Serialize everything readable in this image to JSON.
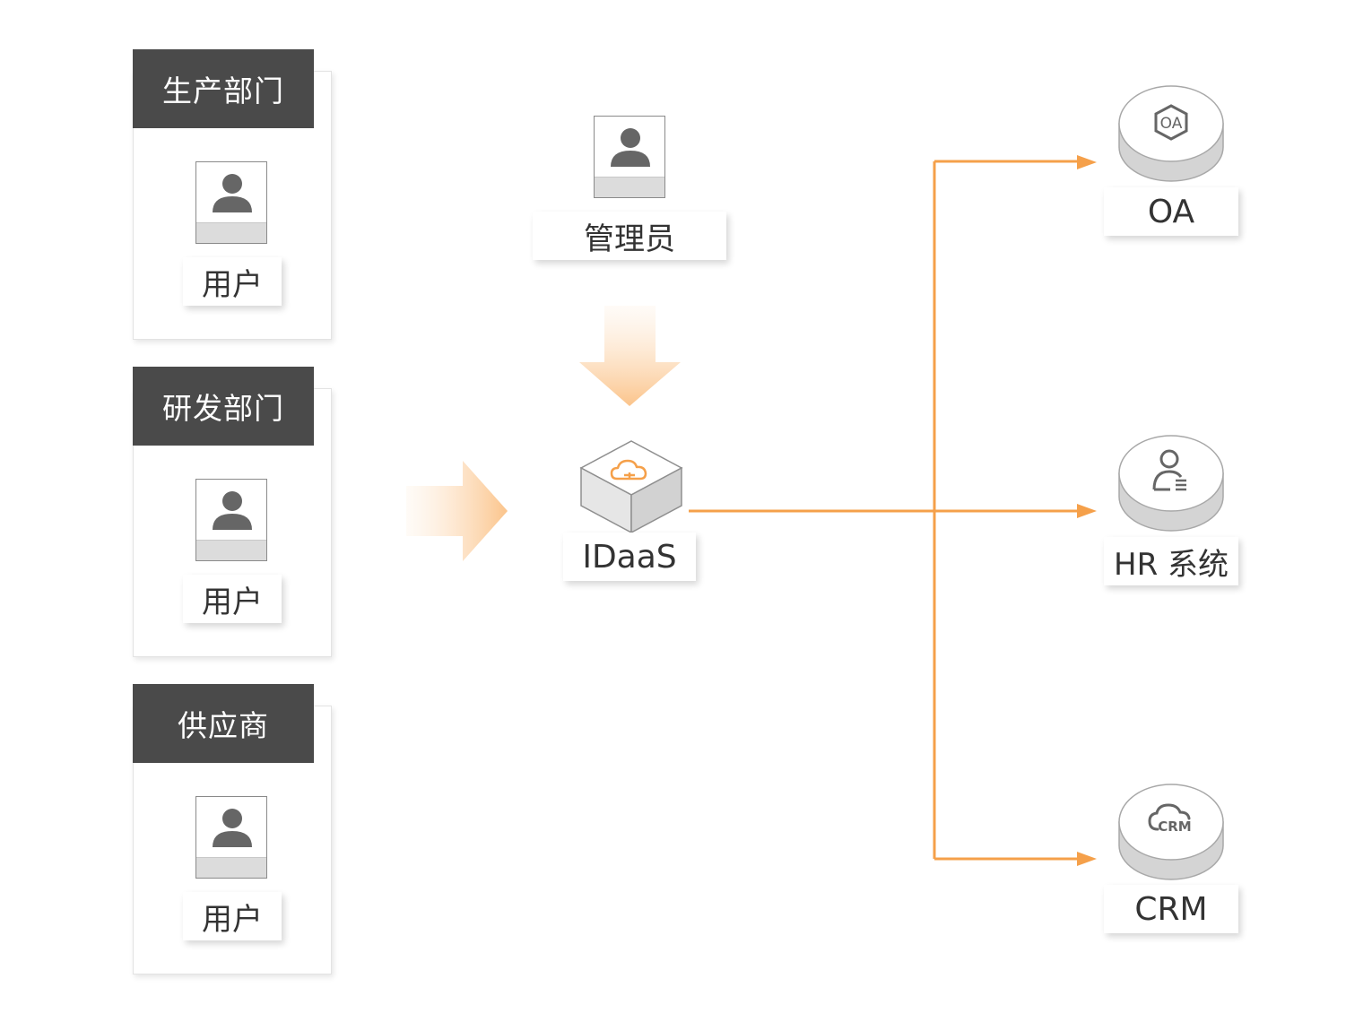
{
  "departments": [
    {
      "title": "生产部门",
      "user_label": "用户"
    },
    {
      "title": "研发部门",
      "user_label": "用户"
    },
    {
      "title": "供应商",
      "user_label": "用户"
    }
  ],
  "admin": {
    "label": "管理员"
  },
  "idaas": {
    "label": "IDaaS"
  },
  "apps": [
    {
      "label": "OA",
      "icon": "oa-icon",
      "icon_text": "OA"
    },
    {
      "label": "HR 系统",
      "icon": "hr-user-icon"
    },
    {
      "label": "CRM",
      "icon": "crm-cloud-icon",
      "icon_text": "CRM"
    }
  ],
  "colors": {
    "accent": "#f5a04a",
    "header": "#4a4a4a",
    "icon_gray": "#666666"
  }
}
